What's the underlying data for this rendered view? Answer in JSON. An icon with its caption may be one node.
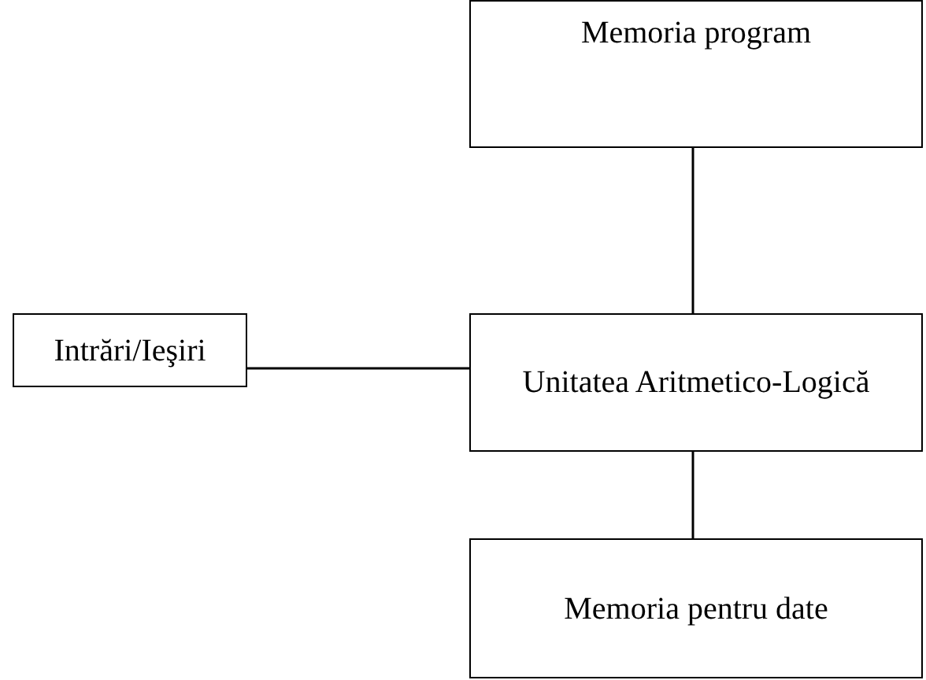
{
  "diagram": {
    "nodes": [
      {
        "text": [
          "Memoria program"
        ]
      },
      {
        "text": [
          "Intrări/Ieşiri"
        ]
      },
      {
        "text": [
          "Unitatea Aritmetico-Logică"
        ]
      },
      {
        "text": [
          "Memoria pentru date"
        ]
      }
    ],
    "edges": [
      {
        "from": 0,
        "to": 2,
        "arrow": "none"
      },
      {
        "from": 1,
        "to": 2,
        "arrow": "none"
      },
      {
        "from": 2,
        "to": 3,
        "arrow": "none"
      }
    ]
  }
}
